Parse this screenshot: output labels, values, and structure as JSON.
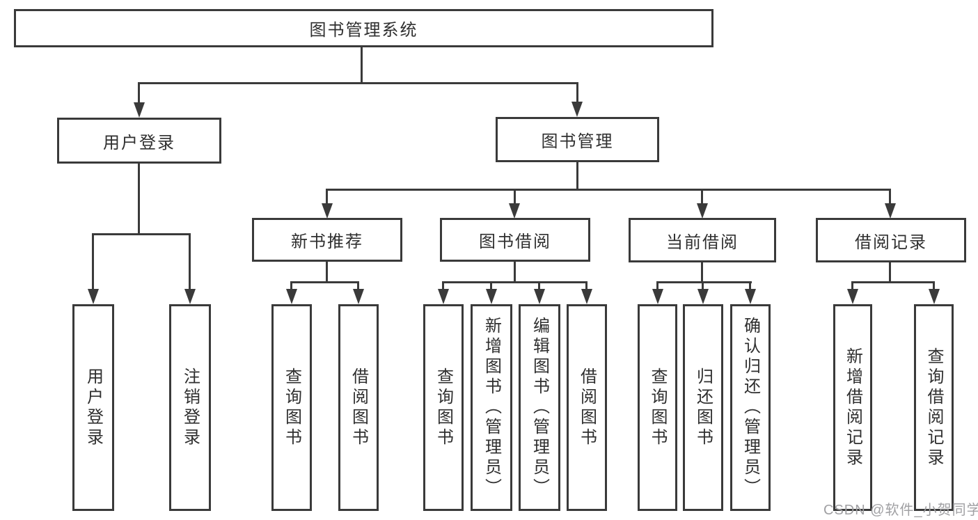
{
  "diagram": {
    "root": {
      "label": "图书管理系统"
    },
    "branches": [
      {
        "label": "用户登录",
        "children": [
          {
            "label": "用户登录"
          },
          {
            "label": "注销登录"
          }
        ]
      },
      {
        "label": "图书管理",
        "modules": [
          {
            "label": "新书推荐",
            "children": [
              {
                "label": "查询图书"
              },
              {
                "label": "借阅图书"
              }
            ]
          },
          {
            "label": "图书借阅",
            "children": [
              {
                "label": "查询图书"
              },
              {
                "label": "新增图书（管理员）"
              },
              {
                "label": "编辑图书（管理员）"
              },
              {
                "label": "借阅图书"
              }
            ]
          },
          {
            "label": "当前借阅",
            "children": [
              {
                "label": "查询图书"
              },
              {
                "label": "归还图书"
              },
              {
                "label": "确认归还（管理员）"
              }
            ]
          },
          {
            "label": "借阅记录",
            "children": [
              {
                "label": "新增借阅记录"
              },
              {
                "label": "查询借阅记录"
              }
            ]
          }
        ]
      }
    ],
    "colors": {
      "line": "#3a3a3a",
      "text": "#2f2f2f",
      "background": "#ffffff"
    }
  },
  "watermark": {
    "text": "CSDN @软件_小贺同学",
    "color": "#a0a0a3"
  }
}
